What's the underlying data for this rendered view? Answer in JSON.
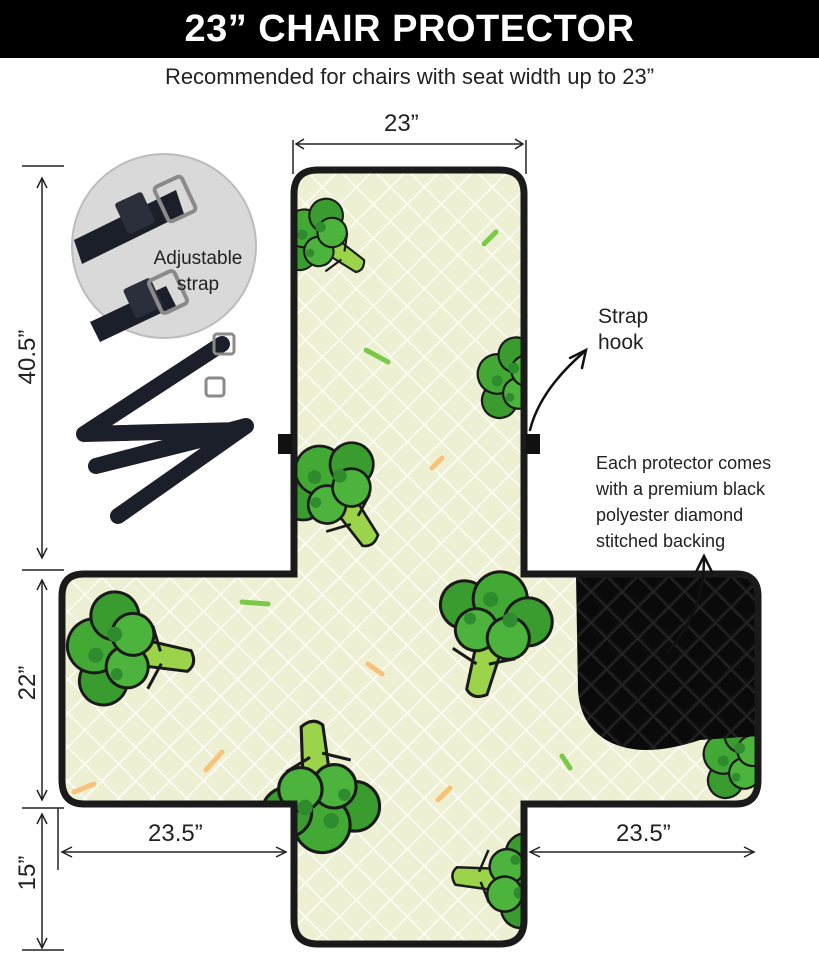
{
  "header": {
    "title": "23” CHAIR PROTECTOR"
  },
  "subtitle": "Recommended for chairs with seat width up to 23”",
  "dimensions": {
    "top_width": "23”",
    "back_height": "40.5”",
    "seat_depth": "22”",
    "flap_depth": "15”",
    "left_arm": "23.5”",
    "right_arm": "23.5”"
  },
  "callouts": {
    "adjustable_strap": [
      "Adjustable",
      "strap"
    ],
    "strap_hook": [
      "Strap",
      "hook"
    ],
    "backing_note": [
      "Each protector comes",
      "with a premium black",
      "polyester diamond",
      "stitched backing"
    ]
  },
  "colors": {
    "fabric": "#f3f4df",
    "quilt_line": "#ffffff",
    "broccoli_dark": "#2e8b2e",
    "broccoli_light": "#4caf3a",
    "stem": "#9bd34a",
    "outline": "#1a1a1a",
    "backing": "#111111",
    "carrot": "#f7c27a"
  },
  "icons": [
    "broccoli-icon",
    "strap-icon",
    "arrow-icon",
    "buckle-icon"
  ]
}
